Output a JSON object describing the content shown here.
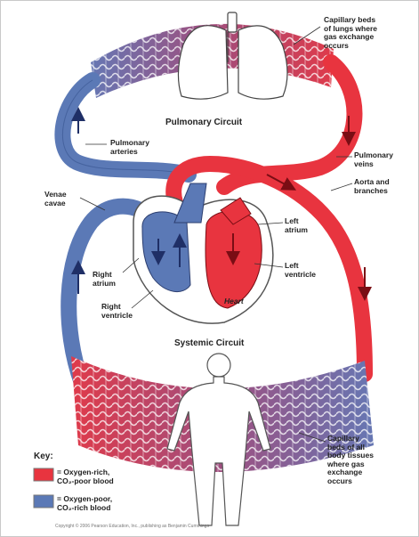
{
  "diagram": {
    "colors": {
      "oxygen_rich": "#e8343f",
      "oxygen_poor": "#5b79b6",
      "capillary": "#a24a78",
      "organ_outline": "#444444"
    },
    "labels": {
      "capillary_lungs": "Capillary beds\nof lungs where\ngas exchange\noccurs",
      "pulmonary_circuit": "Pulmonary Circuit",
      "pulmonary_arteries": "Pulmonary\narteries",
      "pulmonary_veins": "Pulmonary\nveins",
      "aorta": "Aorta and\nbranches",
      "venae_cavae": "Venae\ncavae",
      "left_atrium": "Left\natrium",
      "left_ventricle": "Left\nventricle",
      "right_atrium": "Right\natrium",
      "right_ventricle": "Right\nventricle",
      "heart": "Heart",
      "systemic_circuit": "Systemic Circuit",
      "capillary_body": "Capillary\nbeds of all\nbody tissues\nwhere gas\nexchange\noccurs"
    },
    "key": {
      "title": "Key:",
      "oxygen_rich": "= Oxygen-rich,\nCO₂-poor blood",
      "oxygen_poor": "= Oxygen-poor,\nCO₂-rich blood"
    },
    "copyright": "Copyright © 2006 Pearson Education, Inc., publishing as Benjamin Cummings"
  }
}
